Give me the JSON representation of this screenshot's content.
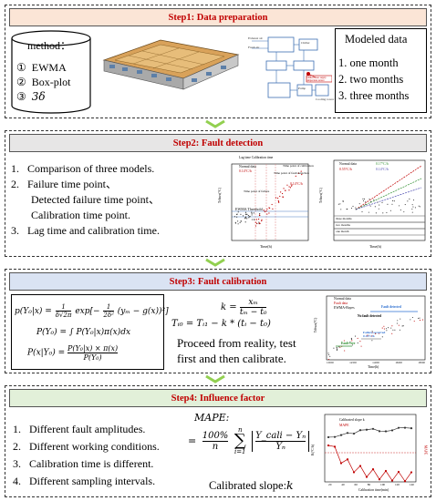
{
  "step1": {
    "title": "Step1: Data preparation",
    "method": {
      "heading": "method：",
      "items": [
        {
          "num": "①",
          "label": "EWMA"
        },
        {
          "num": "②",
          "label": "Box-plot"
        },
        {
          "num": "③",
          "label": "3δ"
        }
      ]
    },
    "schematic": {
      "label_left1": "Exhaust air",
      "label_left2": "Fresh air",
      "label_box": "Chiller",
      "label_red": "Chilled water supply temperature sensor",
      "label_pump": "Pump",
      "label_tower": "Cooling tower"
    },
    "modeled": {
      "heading": "Modeled data",
      "items": [
        "1. one month",
        "2. two months",
        "3. three months"
      ]
    }
  },
  "step2": {
    "title": "Step2: Fault detection",
    "items": [
      {
        "num": "1.",
        "text": "Comparison of three models."
      },
      {
        "num": "2.",
        "text": "Failure time point、"
      },
      {
        "num": "",
        "text": "Detected failure time point、"
      },
      {
        "num": "",
        "text": "Calibration time point."
      },
      {
        "num": "3.",
        "text": "Lag time and calibration time."
      }
    ],
    "chart_left": {
      "title": "Lag time   Calibration time",
      "legend": [
        "Normal data",
        "0.14°C/h"
      ],
      "annotations": [
        "Time point of failure",
        "Time point of fault detection",
        "Time point of calibration"
      ],
      "threshold_label": "EWMA Threshold",
      "ylabel": "Tchws(°C)",
      "xlabel": "Time(h)",
      "right_label": "0.14°C/h"
    },
    "chart_right": {
      "legend": [
        "Normal data",
        "0.55°C/h",
        "0.17°C/h",
        "0.14°C/h"
      ],
      "band_labels": [
        "three months",
        "two months",
        "one month"
      ],
      "ylabel": "Tchws(°C)",
      "xlabel": "Time(h)"
    }
  },
  "step3": {
    "title": "Step3: Fault calibration",
    "formulas": {
      "f1_lhs": "p(Y₀|x) =",
      "f1_frac_num": "1",
      "f1_frac_den": "δ√2π",
      "f1_exp": "exp[−",
      "f1_exp_frac_num": "1",
      "f1_exp_frac_den": "2δ²",
      "f1_tail": "(yₘ − g(x))²]",
      "f2": "P(Y₀) = ∫ P(Y₀|x)π(x)dx",
      "f3_lhs": "P(x|Y₀) =",
      "f3_num": "P(Y₀|x) × π(x)",
      "f3_den": "P(Y₀)"
    },
    "k_formula": {
      "k_lhs": "k =",
      "k_num": "xₘ",
      "k_den": "tₘ − t₀",
      "t_line": "Tᵢ₀ = Tᵢ₁ − k * (tᵢ − t₀)"
    },
    "note_line1": "Proceed from reality, test",
    "note_line2": "first and then calibrate.",
    "chart": {
      "legend": [
        "Normal data",
        "Fault data",
        "EWMA-Bayes"
      ],
      "annotations": [
        "Fault detected",
        "No fault detected",
        "Failure occurred 0.14°C/h",
        "Fault-free"
      ],
      "ylabel": "Tchws(°C)",
      "xlabel": "Time(h)",
      "xticks": [
        "10:00",
        "12:00",
        "14:00",
        "16:00",
        "18:00"
      ]
    }
  },
  "step4": {
    "title": "Step4: Influence factor",
    "items": [
      {
        "num": "1.",
        "text": "Different fault amplitudes."
      },
      {
        "num": "2.",
        "text": "Different working conditions."
      },
      {
        "num": "3.",
        "text": "Calibration time is different."
      },
      {
        "num": "4.",
        "text": "Different sampling intervals."
      }
    ],
    "mape_label": "MAPE:",
    "mape_lhs": "=",
    "mape_pct": "100%",
    "mape_n": "n",
    "mape_sum_top": "n",
    "mape_sum_bot": "i=1",
    "mape_abs_num": "Y_cali − Yₙ",
    "mape_abs_den": "Yₙ",
    "slope_label": "Calibrated slope:",
    "slope_var": "k",
    "chart": {
      "legend": [
        "Calibrated slope k",
        "MAPE"
      ],
      "ylabel_left": "K(°C/h)",
      "ylabel_right": "MAPE",
      "xlabel": "Calibration time(min)",
      "xticks": [
        "20",
        "40",
        "60",
        "80",
        "100",
        "120",
        "140"
      ]
    }
  },
  "colors": {
    "step1_header": "#fbe5d6",
    "step2_header": "#e7e6e6",
    "step3_header": "#dae3f3",
    "step4_header": "#e2f0d9",
    "chevron": "#92d050",
    "title_red": "#c00000"
  }
}
